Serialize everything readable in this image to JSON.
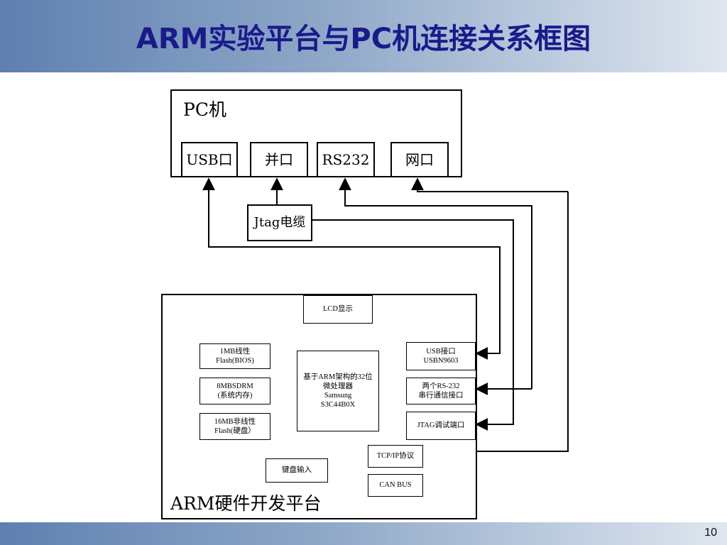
{
  "slide": {
    "title": "ARM实验平台与PC机连接关系框图",
    "page_number": "10"
  },
  "pc": {
    "label": "PC机",
    "ports": [
      "USB口",
      "并口",
      "RS232",
      "网口"
    ]
  },
  "cable": {
    "label": "Jtag电缆"
  },
  "arm_board": {
    "label": "ARM硬件开发平台",
    "lcd": "LCD显示",
    "cpu": "基于ARM架构的32位\n微处理器\nSamsung\nS3C44B0X",
    "flash_bios": "1MB线性\nFlash(BIOS)",
    "sdram": "8MBSDRM\n(系统内存)",
    "flash_disk": "16MB非线性\nFlash(硬盘）",
    "keyboard": "键盘输入",
    "usb": "USB接口\nUSBN9603",
    "rs232": "两个RS-232\n串行通信接口",
    "jtag": "JTAG调试端口",
    "tcpip": "TCP/IP协议",
    "canbus": "CAN BUS"
  }
}
